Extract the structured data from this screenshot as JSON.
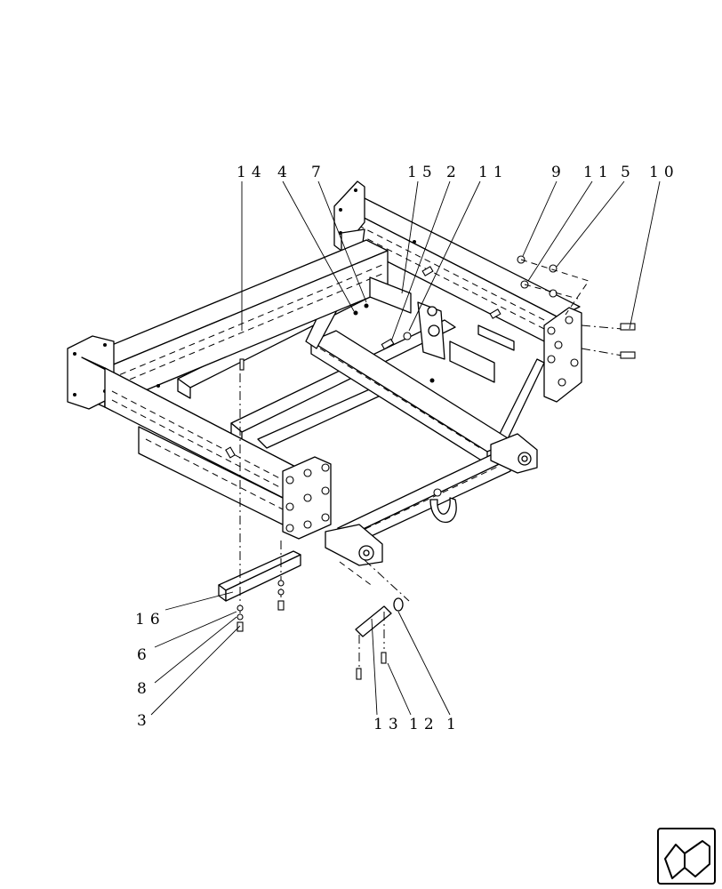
{
  "callouts": {
    "c14": "14",
    "c4": "4",
    "c7": "7",
    "c15": "15",
    "c2": "2",
    "c11a": "11",
    "c9": "9",
    "c11b": "11",
    "c5": "5",
    "c10": "10",
    "c16": "16",
    "c6": "6",
    "c8": "8",
    "c3": "3",
    "c13": "13",
    "c12": "12",
    "c1": "1"
  },
  "icons": {
    "nav": "next-page-arrow-icon"
  }
}
